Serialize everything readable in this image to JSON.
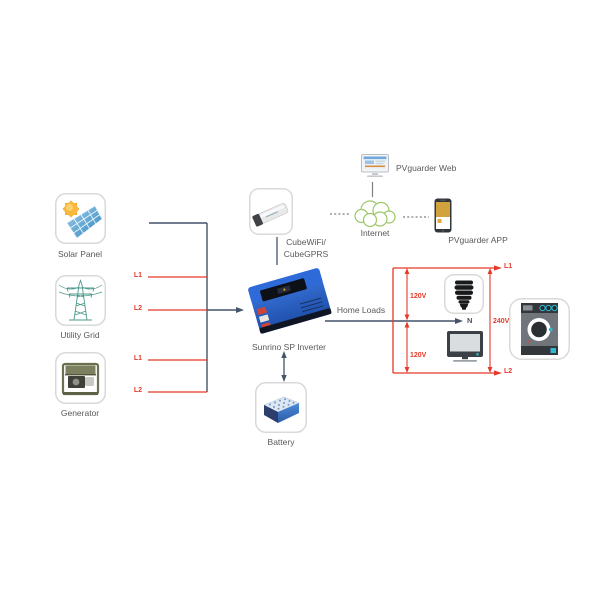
{
  "sources": {
    "solar_panel": "Solar Panel",
    "utility_grid": "Utility Grid",
    "generator": "Generator"
  },
  "feeders": {
    "grid_l1": "L1",
    "grid_l2": "L2",
    "generator_l1": "L1",
    "generator_l2": "L2"
  },
  "devices": {
    "cube_line1": "CubeWiFi/",
    "cube_line2": "CubeGPRS",
    "inverter": "Sunrino SP Inverter",
    "battery": "Battery"
  },
  "monitoring": {
    "web": "PVguarder Web",
    "internet": "Internet",
    "app": "PVguarder APP"
  },
  "loads": {
    "title": "Home Loads",
    "neutral": "N",
    "l1": "L1",
    "l2": "L2",
    "v120_top": "120V",
    "v120_bottom": "120V",
    "v240": "240V"
  },
  "colors": {
    "wire_navy": "#44546a",
    "wire_red": "#e5392a",
    "label_gray": "#595959",
    "cloud_green": "#9bc769",
    "accent_teal": "#2fb8cf",
    "phone_amber": "#d2a23c",
    "panel_blue": "#3a8fc7",
    "inverter_blue": "#2f6bd8"
  }
}
